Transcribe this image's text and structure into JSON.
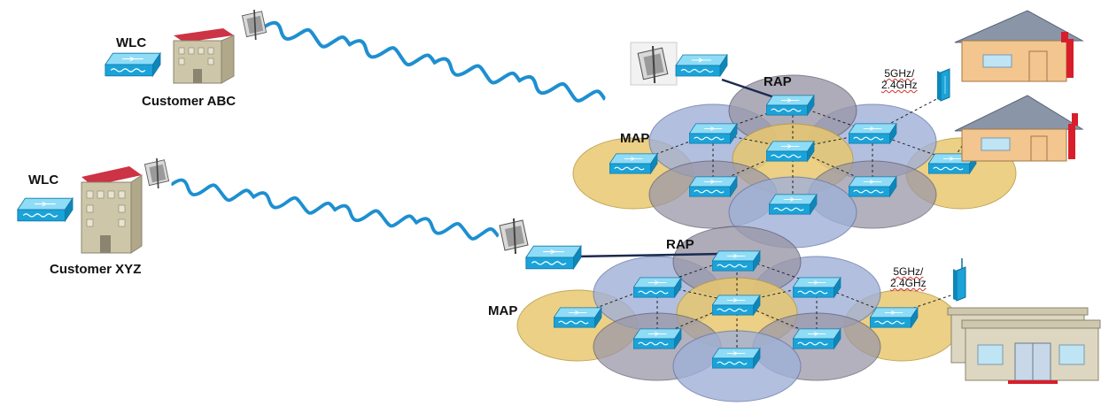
{
  "labels": {
    "wlc_abc": "WLC",
    "customer_abc": "Customer  ABC",
    "wlc_xyz": "WLC",
    "customer_xyz": "Customer  XYZ",
    "rap_top": "RAP",
    "map_top": "MAP",
    "rap_bottom": "RAP",
    "map_bottom": "MAP",
    "freq_top_line1": "5GHz/",
    "freq_top_line2": "2.4GHz",
    "freq_bottom_line1": "5GHz/",
    "freq_bottom_line2": "2.4GHz"
  },
  "colors": {
    "switch_blue": "#1aa3d9",
    "switch_light": "#7fd3f3",
    "cell_gold": "#e8c870",
    "cell_blue": "#9fb0d8",
    "cell_gray": "#9a98a8",
    "roof_red": "#cc3344",
    "building_tan": "#cdc6a8",
    "house_orange": "#f3c58f",
    "link_blue": "#1e8fd0"
  }
}
